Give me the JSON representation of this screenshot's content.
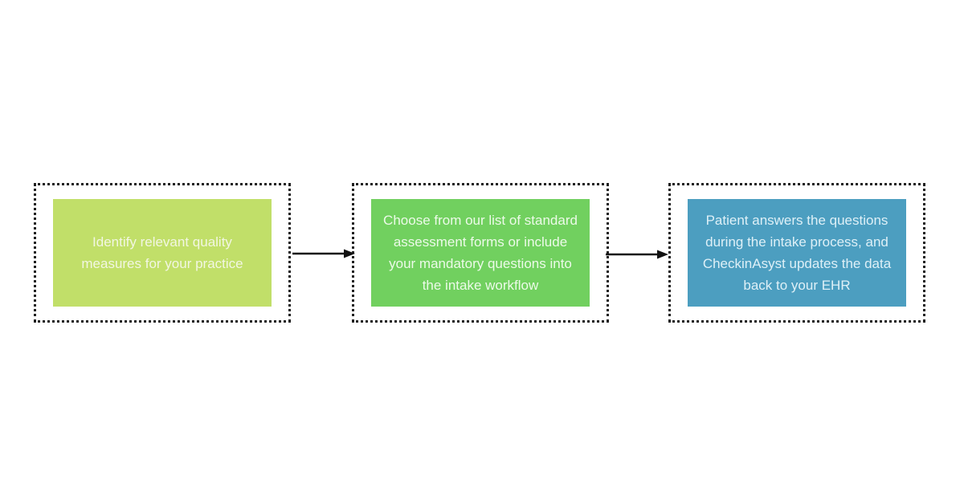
{
  "diagram": {
    "background": "#ffffff",
    "border_color": "#1f1f1f",
    "arrow_color": "#111111",
    "steps": [
      {
        "text": "Identify relevant quality\nmeasures for your practice",
        "fill": "#c1df69",
        "text_color": "#f2f6e2"
      },
      {
        "text": "Choose from our list of standard\nassessment forms or include\nyour mandatory questions into\nthe intake workflow",
        "fill": "#71d05f",
        "text_color": "#ecfae8"
      },
      {
        "text": "Patient answers the questions\nduring the intake process, and\nCheckinAsyst updates the data\nback to your EHR",
        "fill": "#4c9ec0",
        "text_color": "#def0f7"
      }
    ]
  }
}
